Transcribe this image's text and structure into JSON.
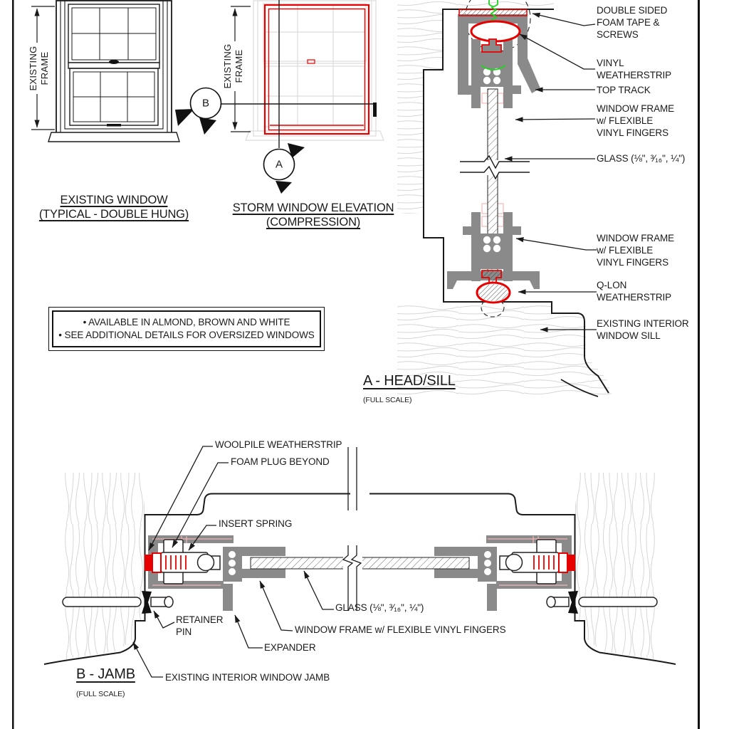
{
  "colors": {
    "line": "#1a1a1a",
    "accent_red": "#e60000",
    "accent_green": "#1fd41f",
    "extrusion_gray": "#8a8a8a",
    "wood_grain": "#d6d6d6",
    "hidden_pink": "#f4b8b8"
  },
  "markers": {
    "a": "A",
    "b": "B"
  },
  "existing_window": {
    "title": "EXISTING WINDOW\n(TYPICAL - DOUBLE HUNG)",
    "dim_label": "EXISTING\nFRAME"
  },
  "storm_window": {
    "title": "STORM WINDOW ELEVATION\n(COMPRESSION)",
    "dim_label": "EXISTING\nFRAME"
  },
  "notes": [
    "• AVAILABLE IN ALMOND, BROWN AND WHITE",
    "• SEE ADDITIONAL DETAILS FOR OVERSIZED WINDOWS"
  ],
  "head_sill": {
    "title": "A - HEAD/SILL",
    "scale": "(FULL SCALE)",
    "labels": {
      "foam_tape": "DOUBLE SIDED\nFOAM TAPE &\nSCREWS",
      "vinyl_weatherstrip": "VINYL\nWEATHERSTRIP",
      "top_track": "TOP TRACK",
      "window_frame_top": "WINDOW FRAME\nw/ FLEXIBLE\nVINYL FINGERS",
      "glass": "GLASS (⅛\", ³⁄₁₆\", ¼\")",
      "window_frame_bottom": "WINDOW FRAME\nw/ FLEXIBLE\nVINYL FINGERS",
      "qlon": "Q-LON\nWEATHERSTRIP",
      "sill": "EXISTING INTERIOR\nWINDOW SILL"
    }
  },
  "jamb": {
    "title": "B - JAMB",
    "scale": "(FULL SCALE)",
    "labels": {
      "woolpile": "WOOLPILE WEATHERSTRIP",
      "foam_plug": "FOAM PLUG BEYOND",
      "insert_spring": "INSERT SPRING",
      "retainer_pin": "RETAINER\nPIN",
      "expander": "EXPANDER",
      "jamb_label": "EXISTING INTERIOR WINDOW JAMB",
      "glass": "GLASS (⅛\", ³⁄₁₆\", ¼\")",
      "window_frame": "WINDOW FRAME w/ FLEXIBLE VINYL FINGERS"
    }
  }
}
